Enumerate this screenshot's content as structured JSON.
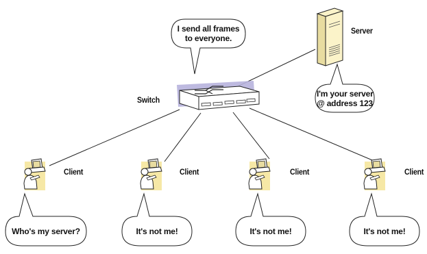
{
  "nodes": {
    "server_label": "Server",
    "switch_label": "Switch",
    "client_label": "Client"
  },
  "bubbles": {
    "switch_line1": "I send all frames",
    "switch_line2": "to everyone.",
    "server_line1": "I'm your server",
    "server_line2": "@ address 123",
    "client1": "Who's my server?",
    "client2": "It's not me!",
    "client3": "It's not me!",
    "client4": "It's not me!"
  },
  "colors": {
    "line": "#222222",
    "switch_highlight": "#b7b2dd",
    "client_highlight": "#f6e8a6",
    "server_body": "#fbf3c9"
  }
}
